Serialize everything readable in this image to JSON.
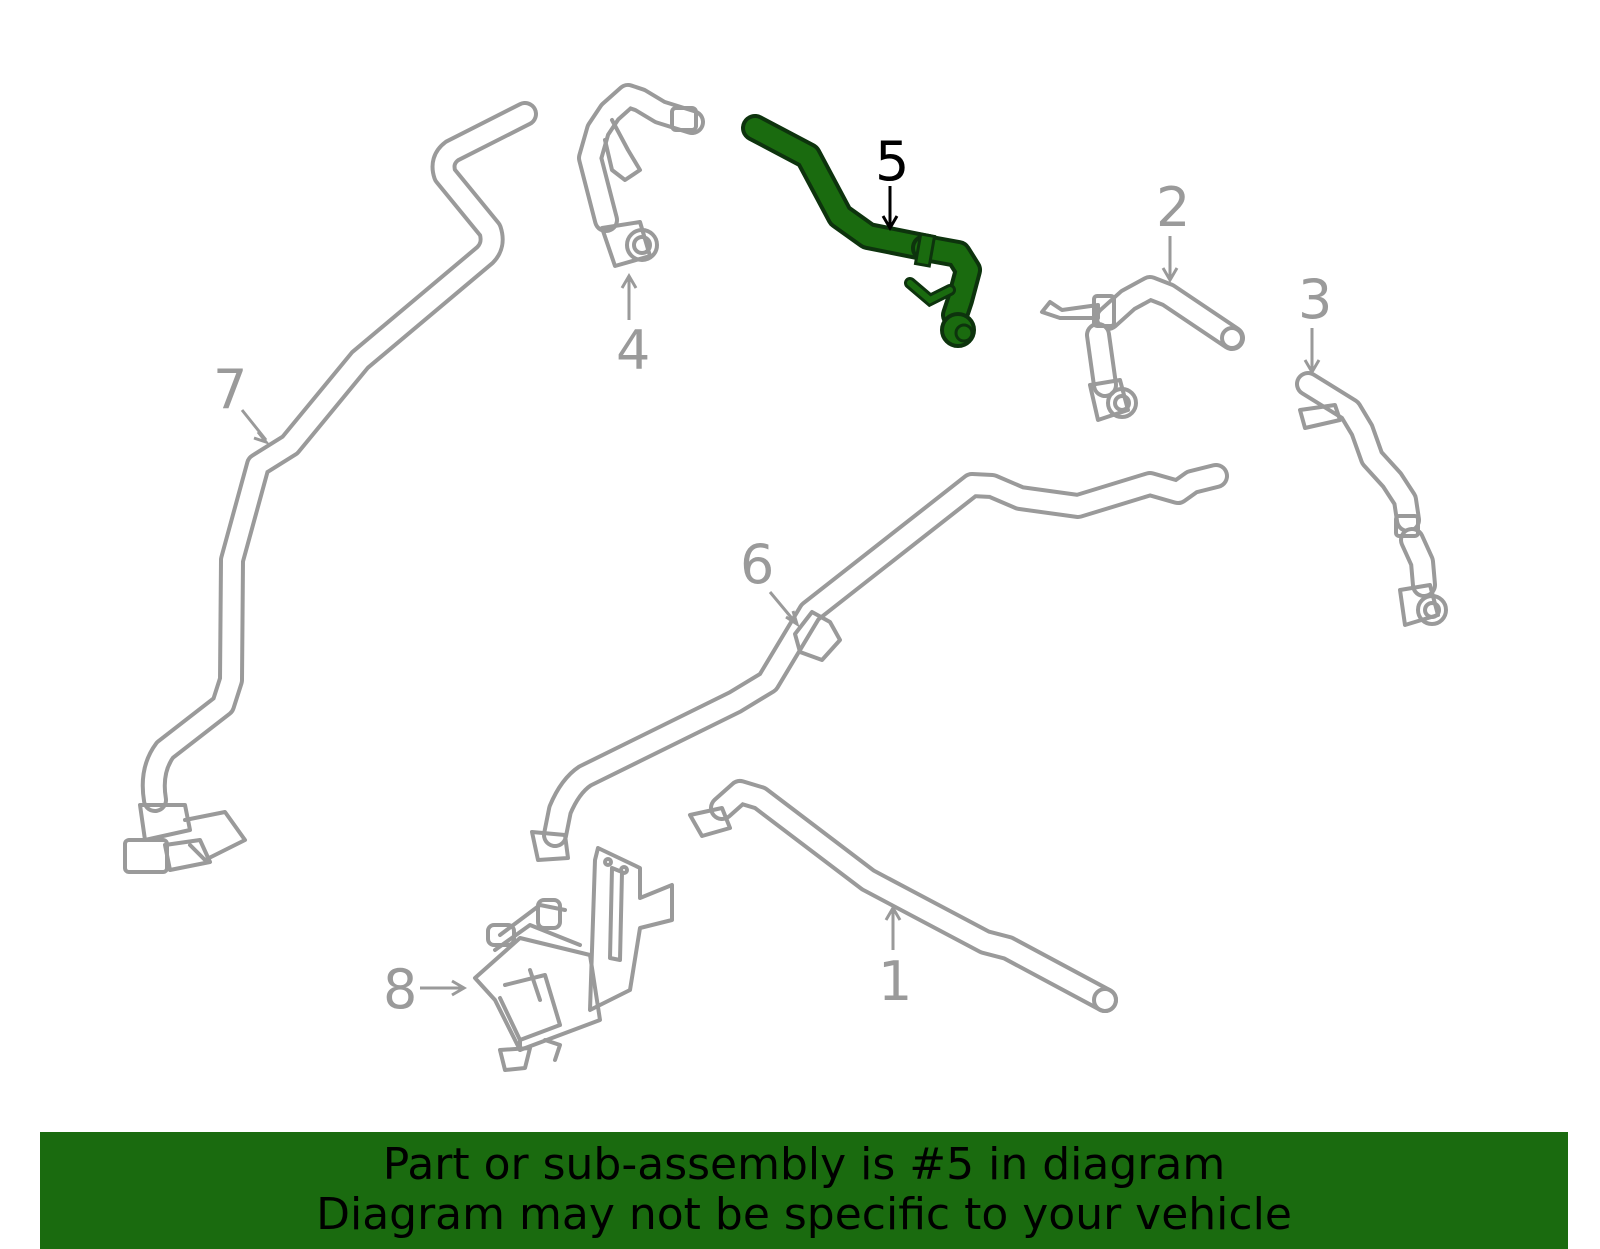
{
  "callouts": {
    "c1": "1",
    "c2": "2",
    "c3": "3",
    "c4": "4",
    "c5": "5",
    "c6": "6",
    "c7": "7",
    "c8": "8"
  },
  "banner": {
    "line1": "Part or sub-assembly is #5 in diagram",
    "line2": "Diagram may not be specific to your vehicle"
  },
  "colors": {
    "highlight": "#1a6b0f",
    "parts": "#9a9a9a",
    "banner_bg": "#1a6b0f"
  }
}
